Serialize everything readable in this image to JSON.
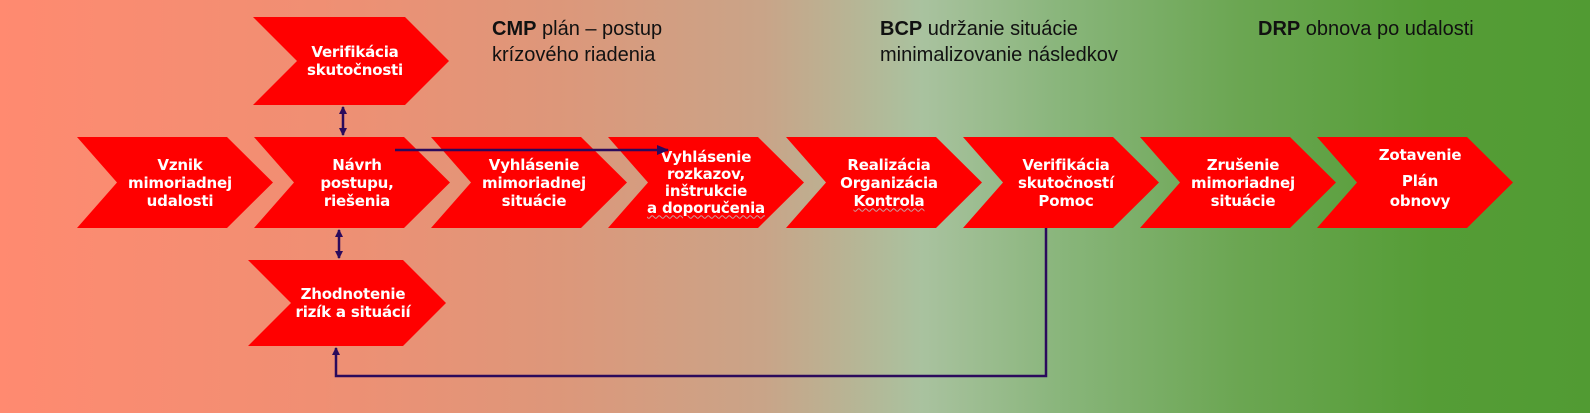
{
  "colors": {
    "chevron_fill": "#FF0000",
    "chevron_text": "#FFFFFF",
    "connector": "#2B0A5C",
    "background_left": "#FF8A70",
    "background_mid": "#A9C29F",
    "background_right": "#519B33"
  },
  "phases": [
    {
      "abbr": "CMP",
      "line1": " plán – postup",
      "line2": "krízového riadenia"
    },
    {
      "abbr": "BCP",
      "line1": " udržanie situácie",
      "line2": "minimalizovanie následkov"
    },
    {
      "abbr": "DRP",
      "line1": " obnova po udalosti",
      "line2": ""
    }
  ],
  "top_step": {
    "lines": [
      "Verifikácia",
      "skutočnosti"
    ]
  },
  "bottom_step": {
    "lines": [
      "Zhodnotenie",
      "rizík a situácií"
    ]
  },
  "main_steps": [
    {
      "lines": [
        "Vznik",
        "mimoriadnej",
        "udalosti"
      ]
    },
    {
      "lines": [
        "Návrh",
        "postupu,",
        "riešenia"
      ]
    },
    {
      "lines": [
        "Vyhlásenie",
        "mimoriadnej",
        "situácie"
      ]
    },
    {
      "lines": [
        "Vyhlásenie",
        "rozkazov,",
        "inštrukcie",
        "a doporučenia"
      ]
    },
    {
      "lines": [
        "Realizácia",
        "Organizácia",
        "Kontrola"
      ]
    },
    {
      "lines": [
        "Verifikácia",
        "skutočností",
        "Pomoc"
      ]
    },
    {
      "lines": [
        "Zrušenie",
        "mimoriadnej",
        "situácie"
      ]
    },
    {
      "lines": [
        "Zotavenie",
        "Plán",
        "obnovy"
      ]
    }
  ],
  "connectors": [
    {
      "from": "top_step",
      "to": "main_steps.1",
      "type": "bidirectional"
    },
    {
      "from": "main_steps.1",
      "to": "bottom_step",
      "type": "bidirectional"
    },
    {
      "from": "main_steps.1",
      "to": "main_steps.3",
      "type": "arrow"
    },
    {
      "from": "main_steps.5",
      "to": "bottom_step",
      "type": "arrow"
    }
  ]
}
